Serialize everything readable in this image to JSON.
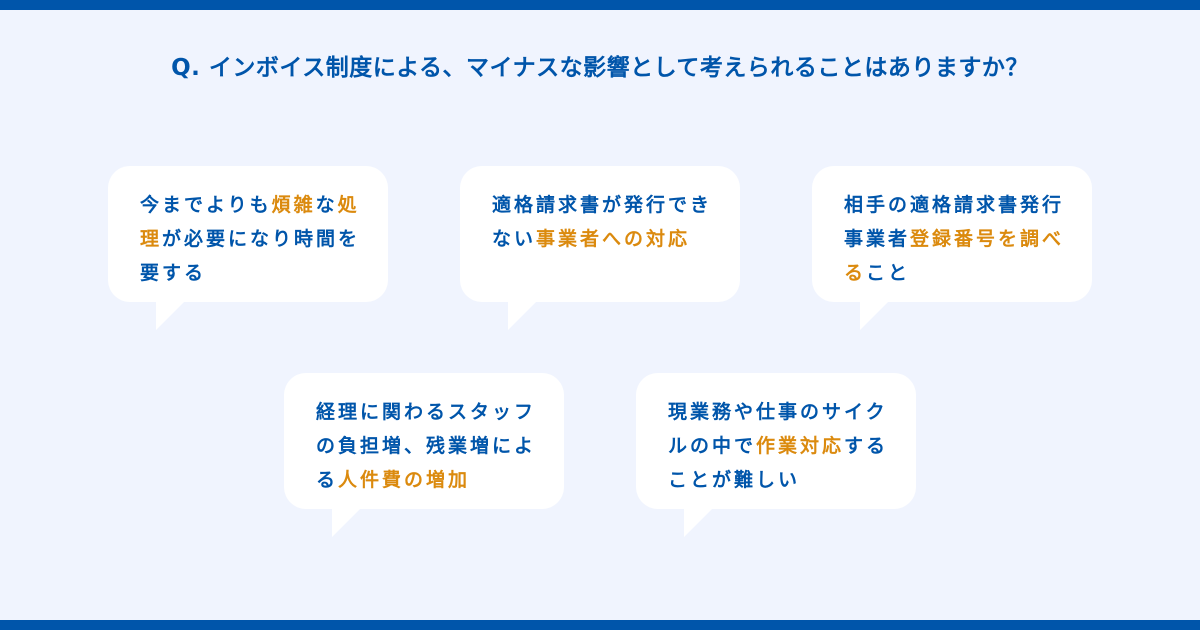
{
  "colors": {
    "background": "#F0F4FE",
    "primary_blue": "#0055AA",
    "highlight_orange": "#DB8A0E",
    "bubble": "#FFFFFF"
  },
  "question": "Q. インボイス制度による、マイナスな影響として考えられることはありますか？",
  "bubbles": [
    {
      "segments": [
        {
          "text": "今までよりも",
          "highlight": false
        },
        {
          "text": "煩雑",
          "highlight": true
        },
        {
          "text": "な",
          "highlight": false
        },
        {
          "text": "処理",
          "highlight": true
        },
        {
          "text": "が必要になり時間を要する",
          "highlight": false
        }
      ]
    },
    {
      "segments": [
        {
          "text": "適格請求書が発行できない",
          "highlight": false
        },
        {
          "text": "事業者への対応",
          "highlight": true
        }
      ]
    },
    {
      "segments": [
        {
          "text": "相手の適格請求書発行事業者",
          "highlight": false
        },
        {
          "text": "登録番号を調べる",
          "highlight": true
        },
        {
          "text": "こと",
          "highlight": false
        }
      ]
    },
    {
      "segments": [
        {
          "text": "経理に関わるスタッフの負担増、残業増による",
          "highlight": false
        },
        {
          "text": "人件費の増加",
          "highlight": true
        }
      ]
    },
    {
      "segments": [
        {
          "text": "現業務や仕事のサイクルの中で",
          "highlight": false
        },
        {
          "text": "作業対応",
          "highlight": true
        },
        {
          "text": "することが難しい",
          "highlight": false
        }
      ]
    }
  ]
}
